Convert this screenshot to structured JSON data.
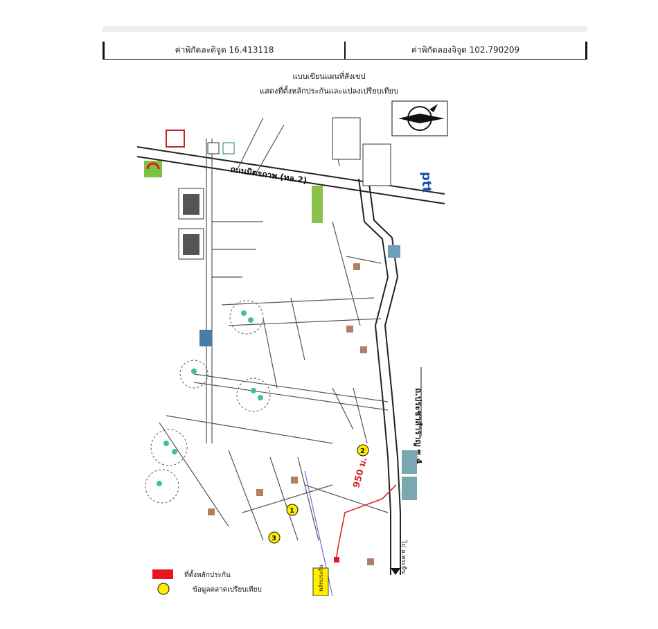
{
  "header": {
    "latitude": "ค่าพิกัดละติจูด 16.413118",
    "longitude": "ค่าพิกัดลองจิจูด 102.790209"
  },
  "title": {
    "line1": "แบบเขียนแผนที่สังเขป",
    "line2": "แสดงที่ตั้งหลักประกันและแปลงเปรียบเทียบ"
  },
  "map": {
    "road_main": "ถนนมิตรภาพ (ทล.2)",
    "road_right": "ถ.ประชาสำราญ ซ.4",
    "distance": "950 ม.",
    "to_destination": "ไป อ.พระยืน",
    "brand_ptt": "ptt",
    "site_label": "หลักประกัน",
    "markers": [
      "1",
      "2",
      "3"
    ],
    "colors": {
      "site": "#e8141e",
      "comparable": "#ffee00",
      "road_red": "#d9262b",
      "ptt_blue": "#1a4fb4"
    }
  },
  "legend": {
    "site": "ที่ตั้งหลักประกัน",
    "comparable": "ข้อมูลตลาดเปรียบเทียบ"
  }
}
